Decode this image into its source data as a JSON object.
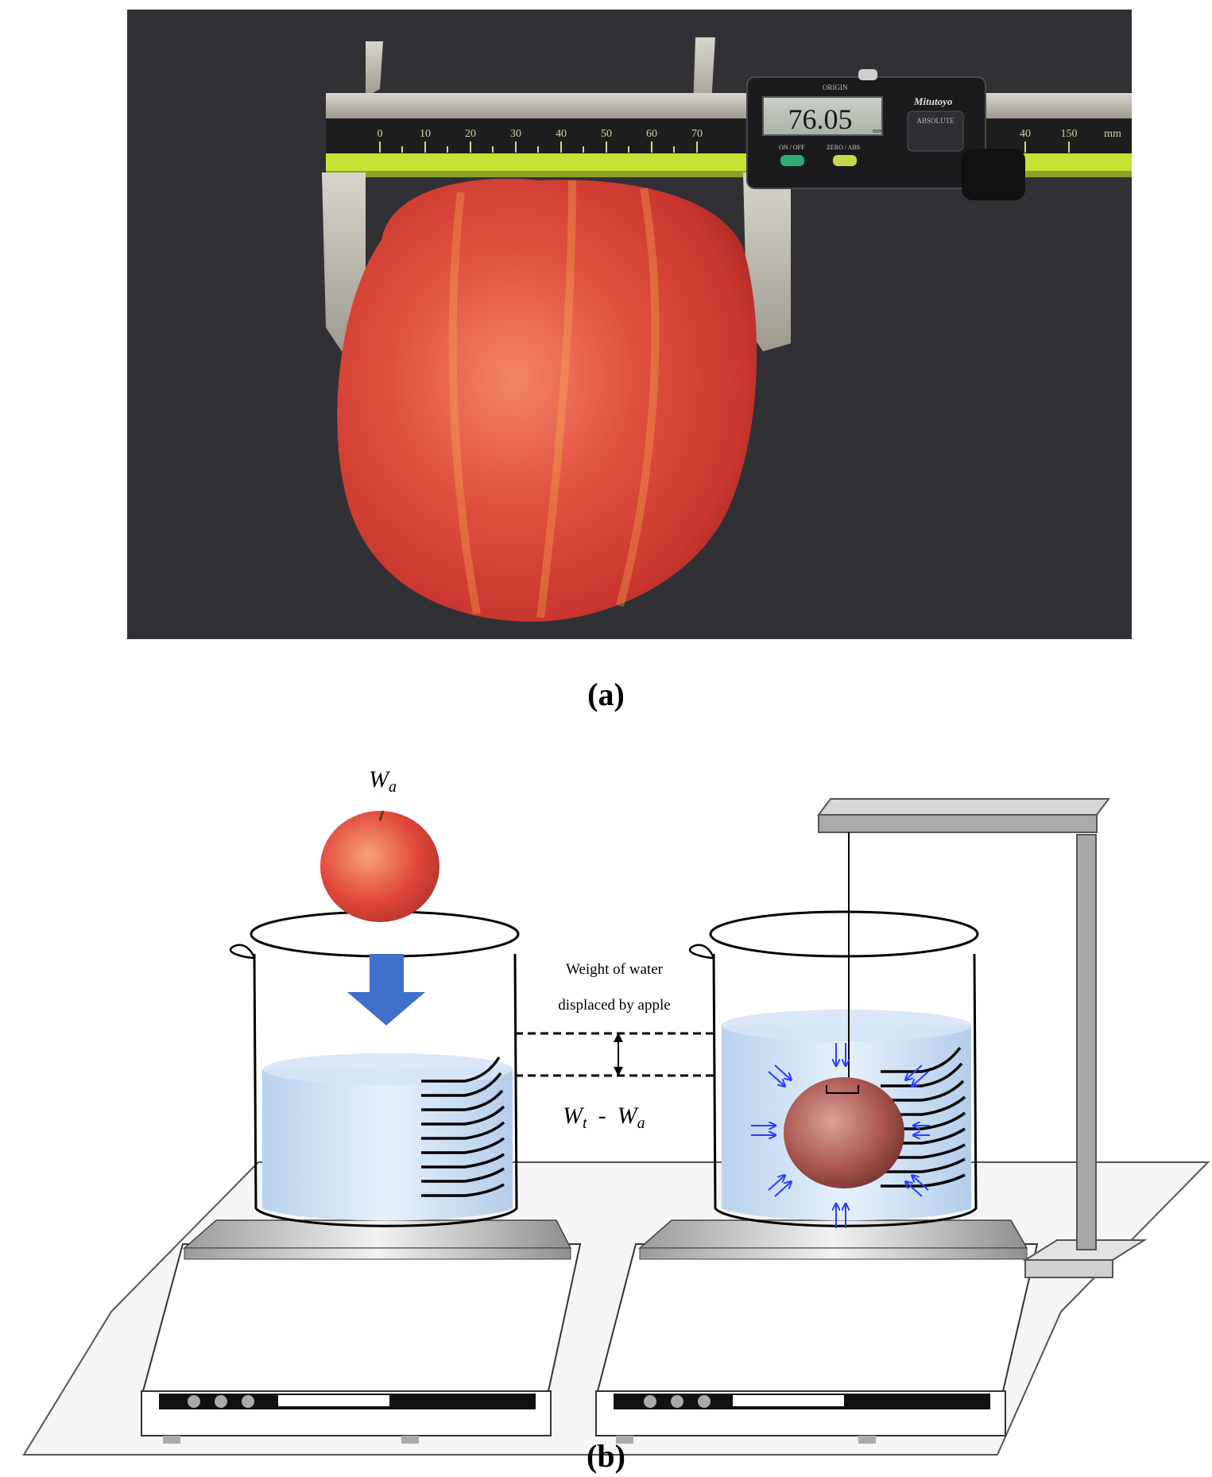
{
  "panel_a": {
    "label": "(a)",
    "caliper": {
      "display_reading": "76.05",
      "display_unit": "mm",
      "brand": "Mitutoyo",
      "button_origin": "ORIGIN",
      "button_on_off": "ON / OFF",
      "button_zero_abs": "ZERO / ABS",
      "absolute_label": "ABSOLUTE",
      "scale_labels": [
        "0",
        "10",
        "20",
        "30",
        "40",
        "50",
        "60",
        "70"
      ],
      "scale_right_labels": [
        "40",
        "150",
        "mm"
      ]
    }
  },
  "panel_b": {
    "label": "(b)",
    "apple_weight_label": "W",
    "apple_weight_subscript": "a",
    "displaced_line1": "Weight of water",
    "displaced_line2": "displaced by apple",
    "formula_left": "W",
    "formula_left_sub": "t",
    "formula_minus": "-",
    "formula_right": "W",
    "formula_right_sub": "a"
  },
  "colors": {
    "background_photo": "#2b2b2e",
    "caliper_yellow": "#c8e236",
    "caliper_steel": "#b9b6ad",
    "apple_red": "#d9473a",
    "water_blue": "#c7dcf2",
    "arrow_blue": "#3f6fc9",
    "force_arrows": "#2a3cff"
  }
}
